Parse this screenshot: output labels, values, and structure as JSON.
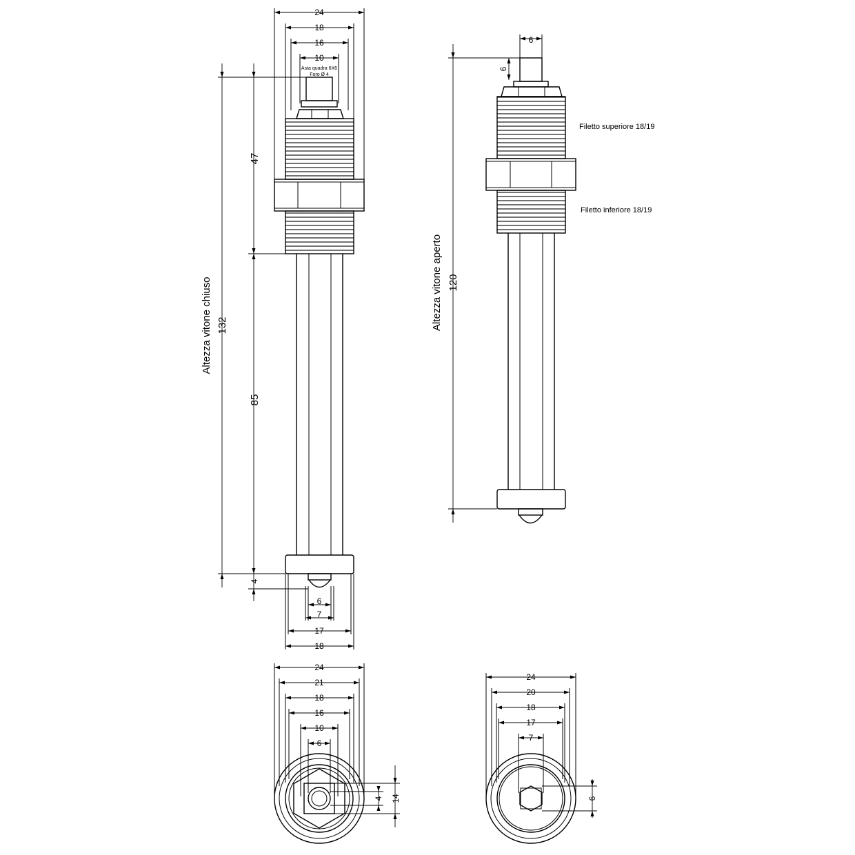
{
  "left_view": {
    "dims_top": [
      "24",
      "18",
      "16",
      "10"
    ],
    "note_line1": "Asta quadra 6X6",
    "note_line2": "Foro Ø 4",
    "height_label": "Altezza vitone chiuso",
    "height_value": "132",
    "dim_upper": "47",
    "dim_lower": "85",
    "dim_bottom_small": "4",
    "dims_bottom": [
      "6",
      "7",
      "17",
      "18"
    ]
  },
  "right_view": {
    "dim_top": "6",
    "dim_top_side": "6",
    "thread_upper_label": "Filetto superiore 18/19",
    "thread_lower_label": "Filetto inferiore 18/19",
    "height_label": "Altezza vitone aperto",
    "height_value": "120"
  },
  "bottom_left_view": {
    "dims": [
      "24",
      "21",
      "18",
      "16",
      "10",
      "6"
    ],
    "side_small": "4",
    "side_large": "14"
  },
  "bottom_right_view": {
    "dims": [
      "24",
      "20",
      "18",
      "17",
      "7"
    ],
    "side": "6"
  }
}
